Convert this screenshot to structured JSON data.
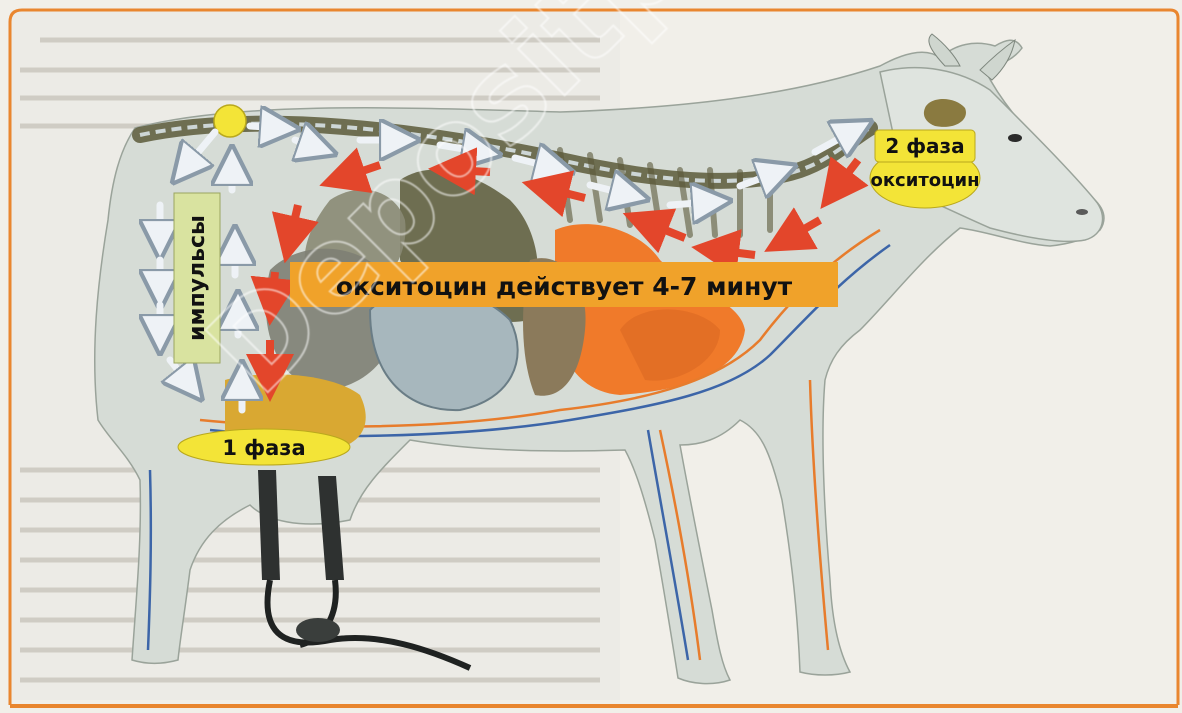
{
  "labels": {
    "phase1": "1 фаза",
    "phase2": "2 фаза",
    "oxytocin_head": "окситоцин",
    "impulses": "импульсы",
    "banner": "окситоцин действует 4-7 минут"
  },
  "watermark": "Depositphotos",
  "colors": {
    "page_frame": "#e9862f",
    "cow_body": "#d6dcd6",
    "label_fill": "#f3e437",
    "banner_fill": "#f0a22a",
    "impulse_box": "#d9e3a0",
    "arrow_nerve": "#eef2f6",
    "arrow_hormone": "#e3462b",
    "liver": "#f07a2a",
    "spine": "#5c5a3a",
    "udder": "#d9a832",
    "vein": "#3c65a8",
    "artery": "#e77c2c"
  }
}
